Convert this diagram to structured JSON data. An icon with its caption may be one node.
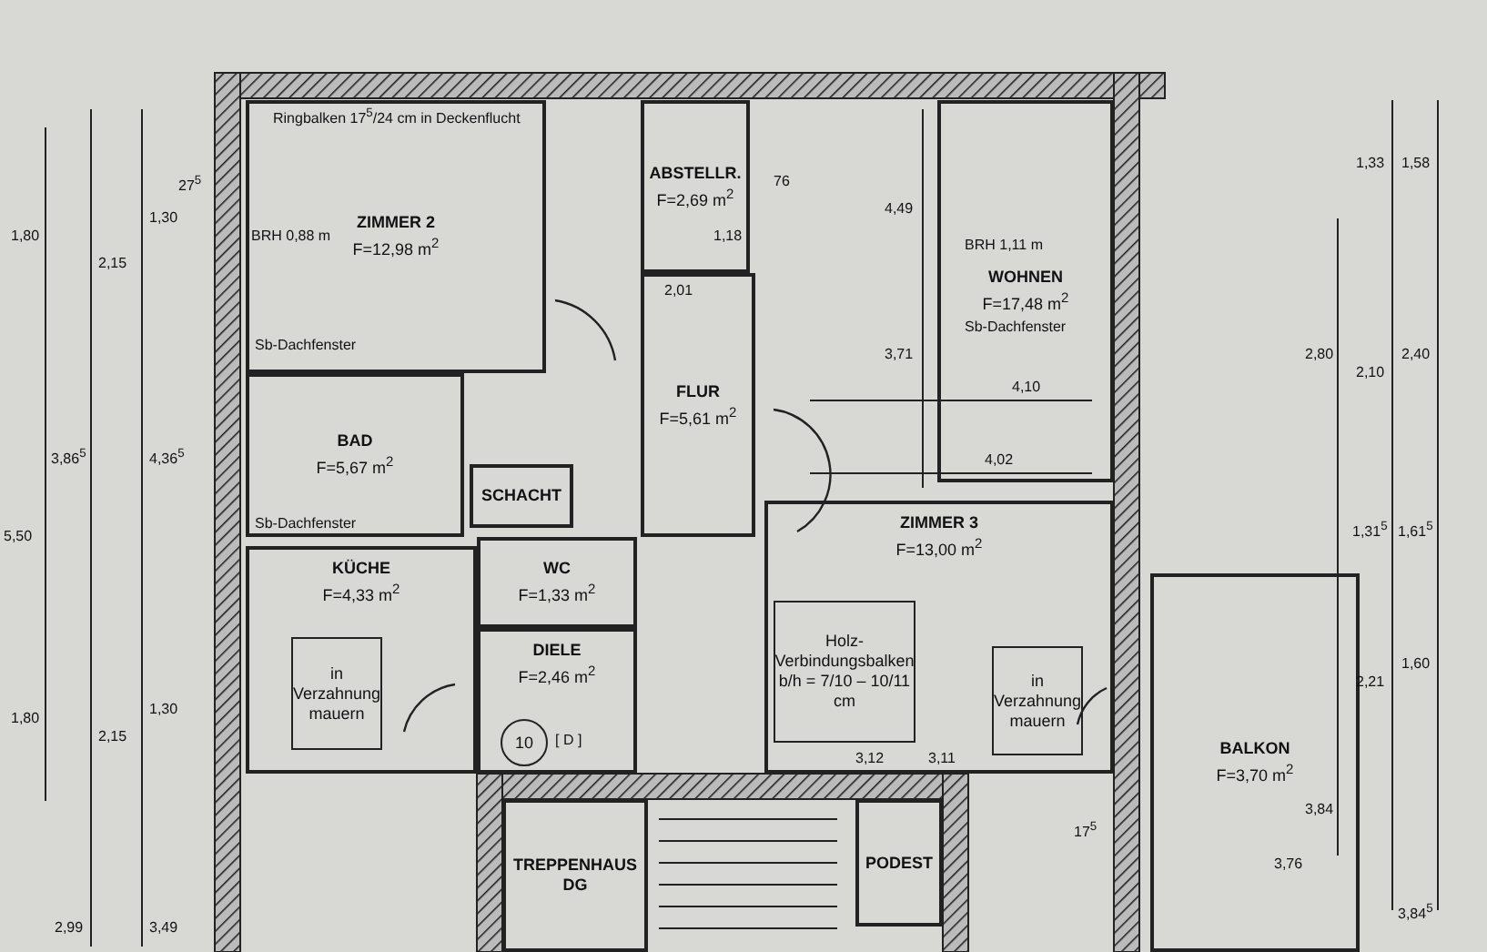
{
  "diagram": {
    "nodes": [
      {
        "text": [
          "ZIMMER 2",
          "F=12,98 m$^{2}$"
        ]
      },
      {
        "text": [
          "ABSTELLR.",
          "F=2,69 m$^{2}$"
        ]
      },
      {
        "text": [
          "FLUR",
          "F=5,61 m$^{2}$"
        ]
      },
      {
        "text": [
          "WOHNEN",
          "F=17,48 m$^{2}$"
        ]
      },
      {
        "text": [
          "BAD",
          "F=5,67 m$^{2}$"
        ]
      },
      {
        "text": [
          "SCHACHT"
        ]
      },
      {
        "text": [
          "WC",
          "F=1,33 m$^{2}$"
        ]
      },
      {
        "text": [
          "KÜCHE",
          "F=4,33 m$^{2}$"
        ]
      },
      {
        "text": [
          "DIELE",
          "F=2,46 m$^{2}$"
        ]
      },
      {
        "text": [
          "ZIMMER 3",
          "F=13,00 m$^{2}$"
        ]
      },
      {
        "text": [
          "BALKON",
          "F=3,70 m$^{2}$"
        ]
      },
      {
        "text": [
          "TREPPENHAUS DG"
        ]
      },
      {
        "text": [
          "PODEST"
        ]
      },
      {
        "text": [
          "in Verzahnung mauern"
        ],
        "in": 7
      },
      {
        "text": [
          "in Verzahnung mauern"
        ],
        "in": 9
      },
      {
        "text": [
          "Holz-Verbindungsbalken b/h = 7/10 – 10/11 cm"
        ],
        "in": 9
      },
      {
        "text": [
          "10"
        ],
        "in": 8
      }
    ],
    "labels": [
      "Ringbalken 17$^{5}$/24 cm in Deckenflucht",
      "BRH 0,88 m",
      "BRH 1,11 m",
      "Sb-Dachfenster",
      "Sb-Dachfenster",
      "Sb-Dachfenster",
      "[ D ]",
      "4,10",
      "4,02",
      "4,49",
      "3,71",
      "76",
      "2,01",
      "1,18",
      "3,12",
      "3,11",
      "3,76",
      "1,33",
      "1,58",
      "2,80",
      "2,10",
      "2,40",
      "1,31$^{5}$",
      "1,61$^{5}$",
      "2,21",
      "1,60",
      "3,84",
      "3,84$^{5}$",
      "1,80",
      "2,15",
      "1,30",
      "3,86$^{5}$",
      "4,36$^{5}$",
      "1,80",
      "2,15",
      "1,30",
      "2,99",
      "3,49",
      "5,50",
      "27$^{5}$",
      "17$^{5}$"
    ]
  }
}
